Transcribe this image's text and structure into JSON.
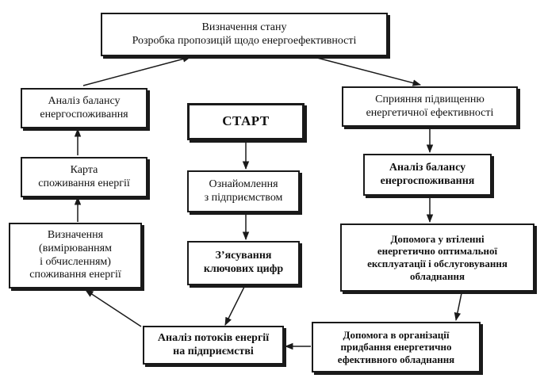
{
  "boxes": {
    "state": {
      "lines": [
        "Визначення стану",
        "Розробка пропозицій щодо енергоефективності"
      ]
    },
    "balance_left": {
      "lines": [
        "Аналіз балансу",
        "енергоспоживання"
      ]
    },
    "map": {
      "lines": [
        "Карта",
        "споживання енергії"
      ]
    },
    "measure": {
      "lines": [
        "Визначення",
        "(вимірюванням",
        "і обчисленням)",
        "споживання енергії"
      ]
    },
    "start": {
      "lines": [
        "СТАРТ"
      ]
    },
    "intro": {
      "lines": [
        "Ознайомлення",
        "з підприємством"
      ]
    },
    "figures": {
      "lines": [
        "З’ясування",
        "ключових цифр"
      ]
    },
    "flows": {
      "lines": [
        "Аналіз потоків енергії",
        "на підприємстві"
      ]
    },
    "promote": {
      "lines": [
        "Сприяння підвищенню",
        "енергетичної ефективності"
      ]
    },
    "balance_right": {
      "lines": [
        "Аналіз балансу",
        "енергоспоживання"
      ]
    },
    "assist_operation": {
      "lines": [
        "Допомога у втіленні",
        "енергетично оптимальної",
        "експлуатації і обслуговування",
        "обладнання"
      ]
    },
    "assist_purchase": {
      "lines": [
        "Допомога в організації",
        "придбання енергетично",
        "ефективного обладнання"
      ]
    }
  }
}
